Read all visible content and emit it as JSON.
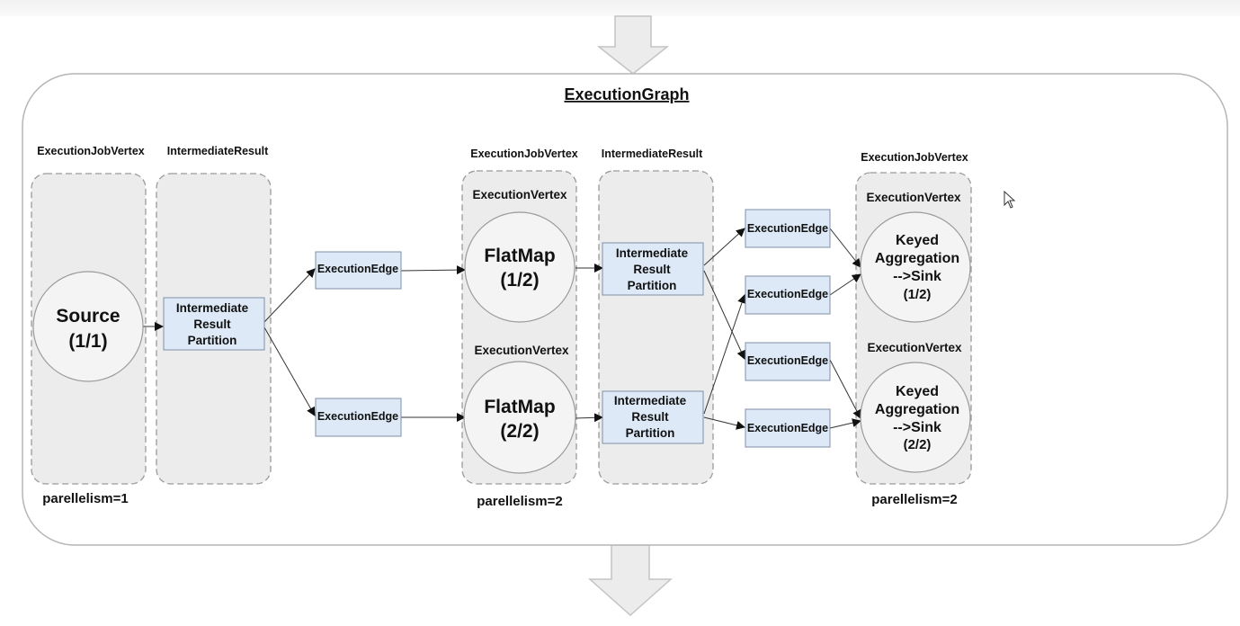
{
  "title": "ExecutionGraph",
  "labels": {
    "job_vertex": "ExecutionJobVertex",
    "intermediate_result": "IntermediateResult",
    "execution_vertex": "ExecutionVertex",
    "execution_edge": "ExecutionEdge",
    "partition_line1": "Intermediate",
    "partition_line2": "Result",
    "partition_line3": "Partition"
  },
  "operators": {
    "source": {
      "name": "Source",
      "index": "(1/1)"
    },
    "flatmap_1": {
      "name": "FlatMap",
      "index": "(1/2)"
    },
    "flatmap_2": {
      "name": "FlatMap",
      "index": "(2/2)"
    },
    "sink_1": {
      "line1": "Keyed",
      "line2": "Aggregation",
      "line3": "-->Sink",
      "index": "(1/2)"
    },
    "sink_2": {
      "line1": "Keyed",
      "line2": "Aggregation",
      "line3": "-->Sink",
      "index": "(2/2)"
    }
  },
  "parallelism": {
    "source": "parellelism=1",
    "flatmap": "parellelism=2",
    "sink": "parellelism=2"
  },
  "colors": {
    "panel_fill": "#ececec",
    "panel_stroke": "#9a9a9a",
    "box_fill": "#dde9f6",
    "box_stroke": "#7f8fa6",
    "circle_fill": "#f4f4f4",
    "arrow_fill": "#ececec"
  }
}
